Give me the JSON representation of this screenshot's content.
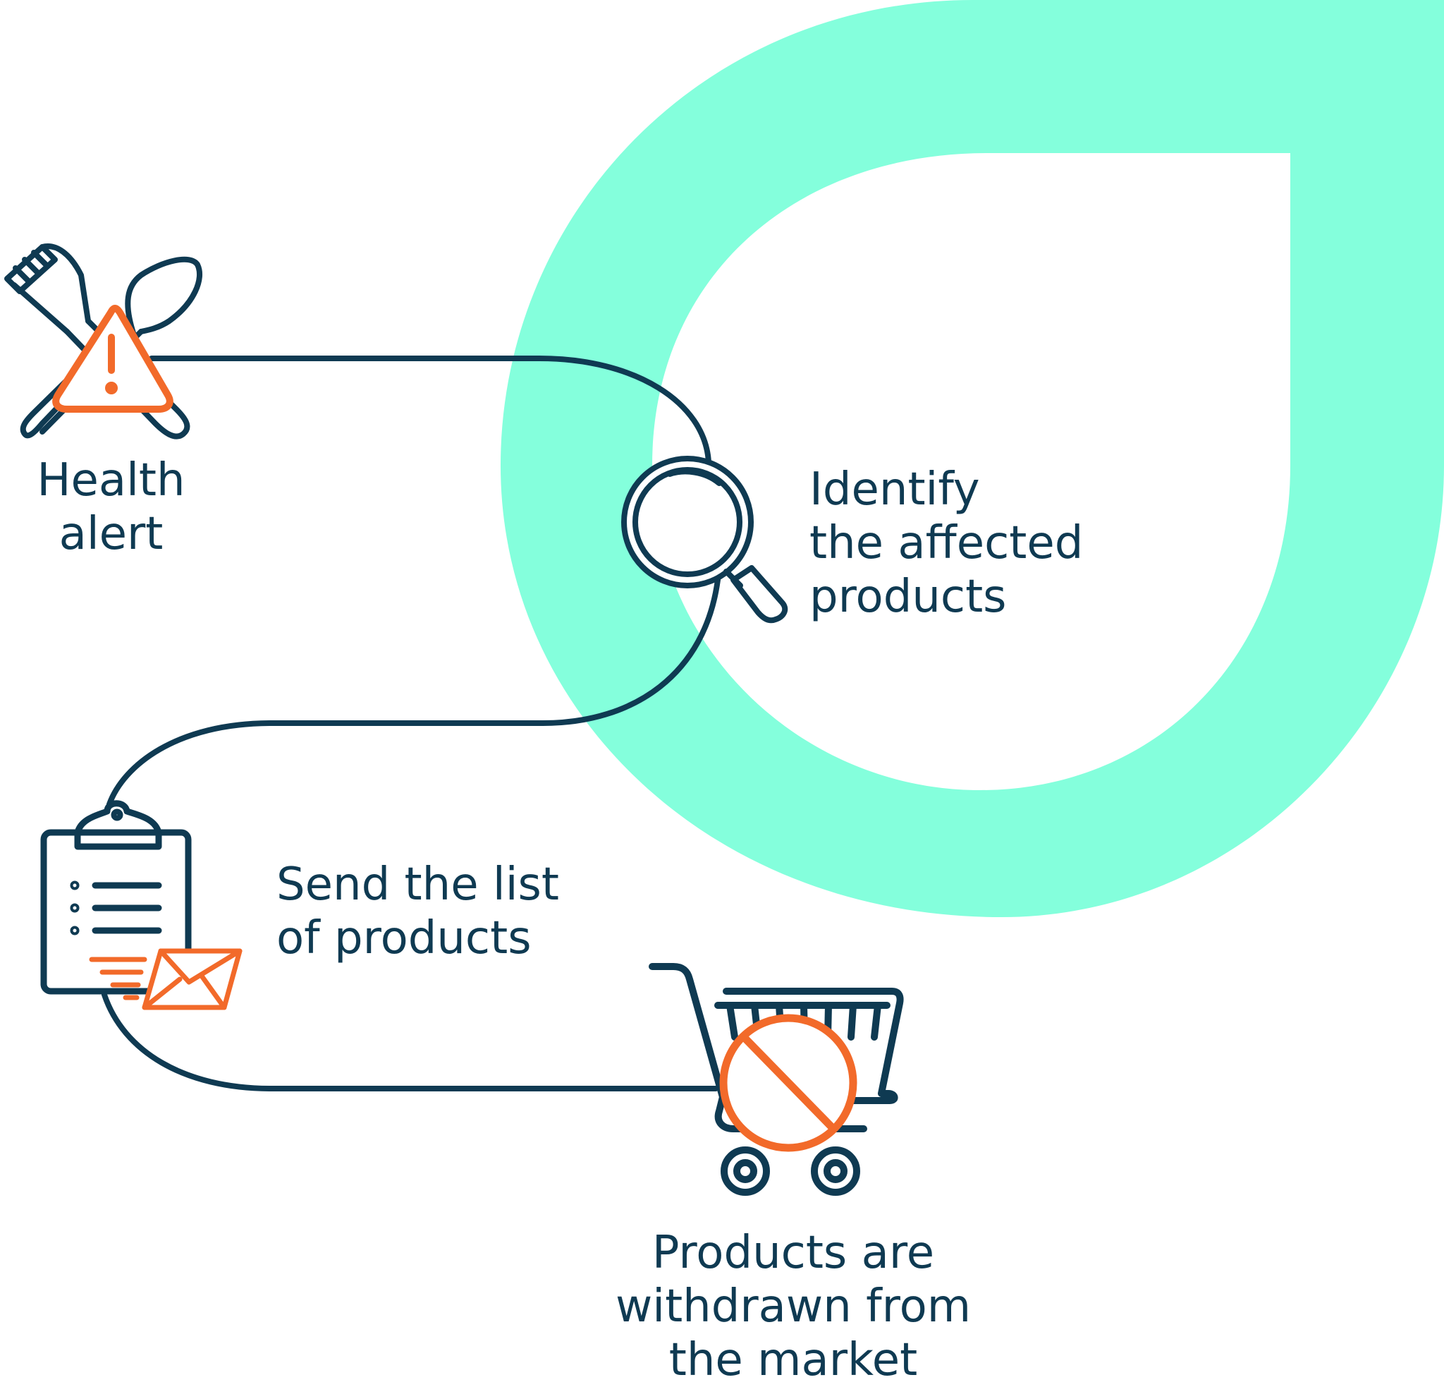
{
  "colors": {
    "navy": "#0f3a52",
    "orange": "#f26a2a",
    "mint": "#84ffdc",
    "background": "#ffffff"
  },
  "steps": [
    {
      "icon": "health-alert-icon",
      "lines": [
        "Health",
        "alert"
      ]
    },
    {
      "icon": "magnifying-glass-icon",
      "lines": [
        "Identify",
        "the affected",
        "products"
      ]
    },
    {
      "icon": "clipboard-email-icon",
      "lines": [
        "Send the list",
        "of products"
      ]
    },
    {
      "icon": "prohibited-cart-icon",
      "lines": [
        "Products are",
        "withdrawn from",
        "the market"
      ]
    }
  ]
}
